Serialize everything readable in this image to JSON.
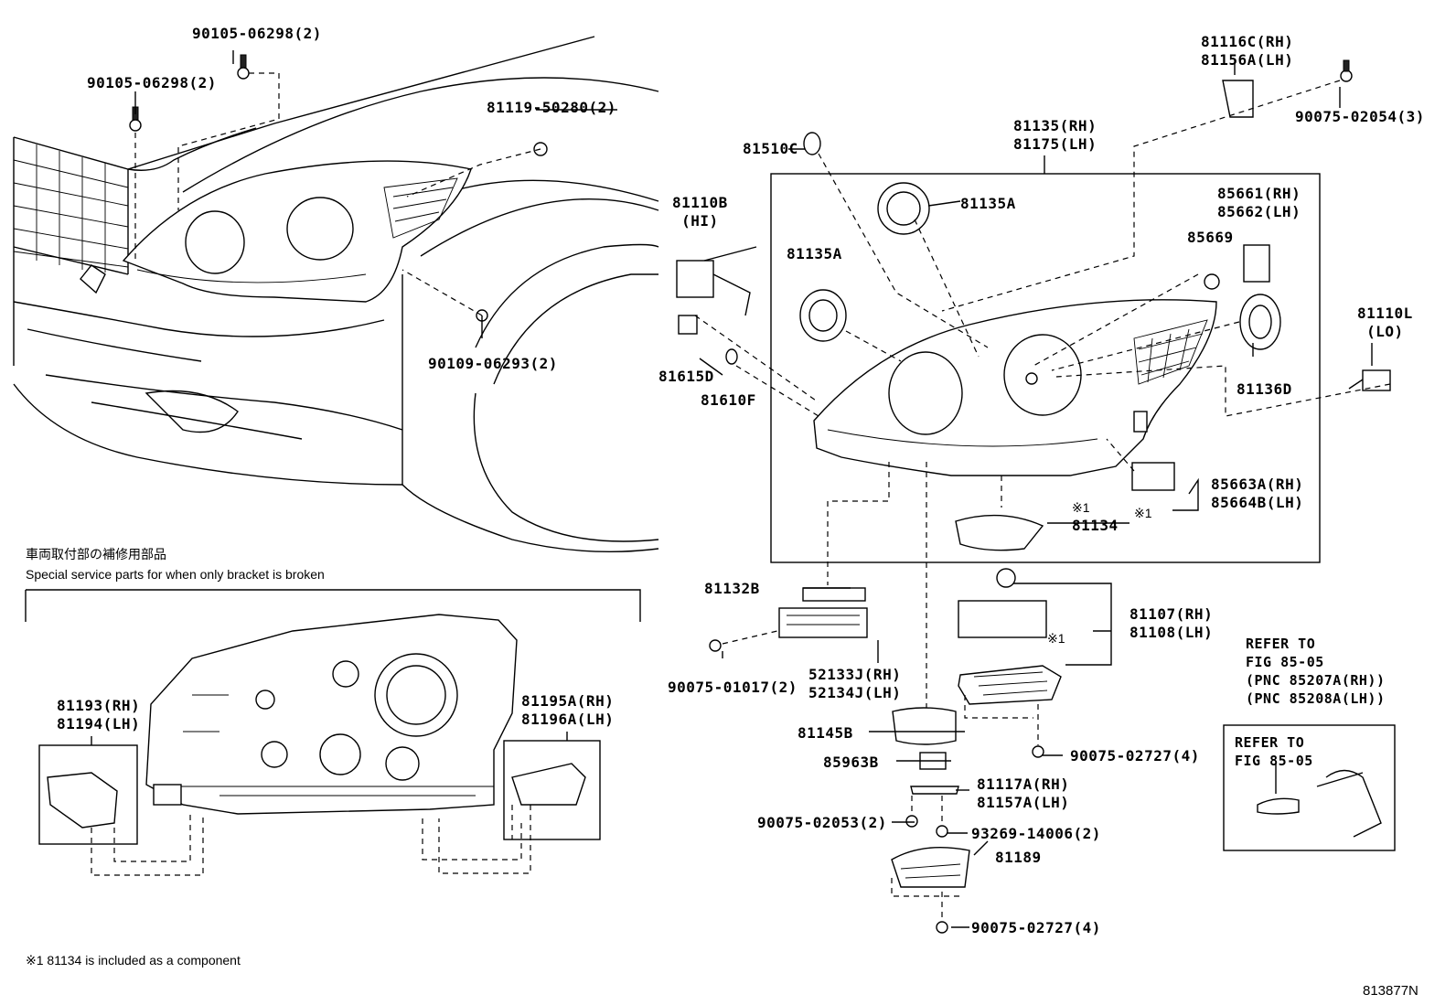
{
  "labels": {
    "p_90105_06298_a": "90105-06298(2)",
    "p_90105_06298_b": "90105-06298(2)",
    "p_81119": "81119-50280(2)",
    "p_90109": "90109-06293(2)",
    "p_81116_rh": "81116C(RH)",
    "p_81156_lh": "81156A(LH)",
    "p_90075_02054": "90075-02054(3)",
    "p_81135_rh": "81135(RH)",
    "p_81175_lh": "81175(LH)",
    "p_81510c": "81510C",
    "p_81135a_top": "81135A",
    "p_81110b": "81110B",
    "p_81110b_hi": "(HI)",
    "p_81135a_left": "81135A",
    "p_85661_rh": "85661(RH)",
    "p_85662_lh": "85662(LH)",
    "p_85669": "85669",
    "p_81110l": "81110L",
    "p_81110l_lo": "(LO)",
    "p_81615d": "81615D",
    "p_81610f": "81610F",
    "p_81136d": "81136D",
    "p_85663a_rh": "85663A(RH)",
    "p_85664b_lh": "85664B(LH)",
    "note_mark_1": "※1",
    "note_mark_2": "※1",
    "note_mark_3": "※1",
    "p_81134": "81134",
    "p_81132b": "81132B",
    "p_81107_rh": "81107(RH)",
    "p_81108_lh": "81108(LH)",
    "p_90075_01017": "90075-01017(2)",
    "p_52133j_rh": "52133J(RH)",
    "p_52134j_lh": "52134J(LH)",
    "p_81145b": "81145B",
    "p_90075_02727_a": "90075-02727(4)",
    "p_85963b": "85963B",
    "p_81117a_rh": "81117A(RH)",
    "p_81157a_lh": "81157A(LH)",
    "p_90075_02053": "90075-02053(2)",
    "p_93269": "93269-14006(2)",
    "p_81189": "81189",
    "p_90075_02727_b": "90075-02727(4)",
    "p_81193_rh": "81193(RH)",
    "p_81194_lh": "81194(LH)",
    "p_81195a_rh": "81195A(RH)",
    "p_81196a_lh": "81196A(LH)"
  },
  "section": {
    "title_jp": "車両取付部の補修用部品",
    "title_en": "Special service parts for when only bracket is broken"
  },
  "refer1": {
    "line1": "REFER TO",
    "line2": "FIG 85-05",
    "line3": "(PNC 85207A(RH))",
    "line4": "(PNC 85208A(LH))"
  },
  "refer2": {
    "line1": "REFER TO",
    "line2": "FIG 85-05"
  },
  "footnote": "※1 81134 is included as a component",
  "figure_id": "813877N"
}
